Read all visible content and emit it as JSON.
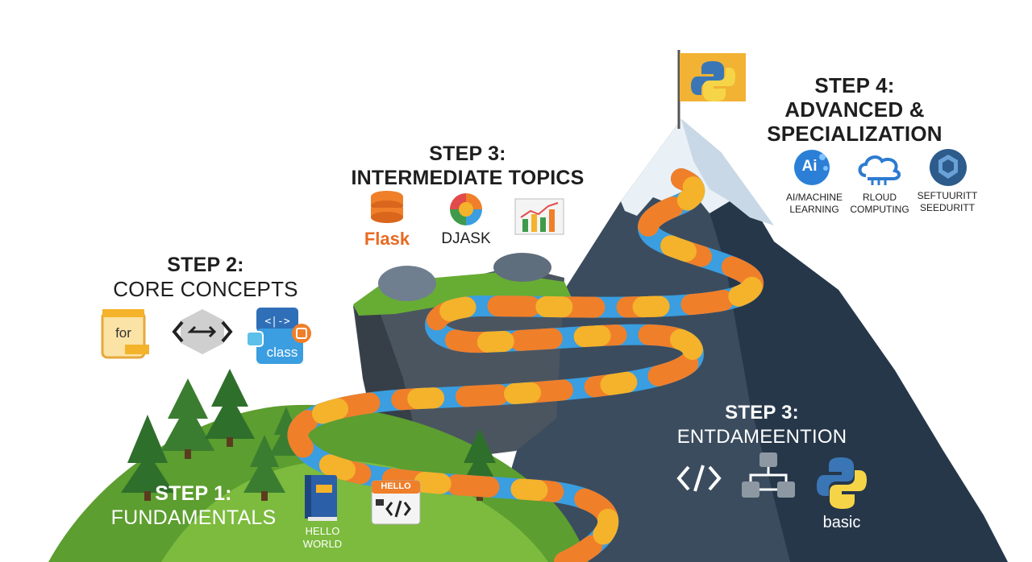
{
  "steps": {
    "step1": {
      "line1": "STEP 1:",
      "line2": "FUNDAMENTALS",
      "icons": [
        "book-icon",
        "hello-code-window-icon"
      ],
      "labels": {
        "hello_world_1": "HELLO",
        "hello_world_2": "WORLD",
        "hello_badge": "HELLO"
      }
    },
    "step2": {
      "line1": "STEP 2:",
      "line2": "CORE CONCEPTS",
      "icons": [
        "for-loop-icon",
        "function-arrows-icon",
        "class-icon"
      ],
      "labels": {
        "for": "for",
        "class": "class"
      }
    },
    "step3a": {
      "line1": "STEP 3:",
      "line2": "INTERMEDIATE TOPICS",
      "icons": [
        "database-icon",
        "django-icon",
        "chart-icon"
      ],
      "labels": {
        "flask": "Flask",
        "djask": "DJASK"
      }
    },
    "step3b": {
      "line1": "STEP 3:",
      "line2": "ENTDAMEENTION",
      "icons": [
        "code-brackets-icon",
        "network-icon",
        "python-icon"
      ],
      "labels": {
        "basic": "basic"
      }
    },
    "step4": {
      "line1": "STEP 4:",
      "line2": "ADVANCED &",
      "line3": "SPECIALIZATION",
      "icons": [
        "ai-icon",
        "cloud-icon",
        "security-icon"
      ],
      "labels": {
        "ai_1": "AI/MACHINE",
        "ai_2": "LEARNING",
        "cloud_1": "RLOUD",
        "cloud_2": "COMPUTING",
        "sec_1": "SEFTUURITT",
        "sec_2": "SEEDURITT",
        "ai_badge": "Ai"
      }
    }
  },
  "colors": {
    "grass": "#5c9e2f",
    "grass_light": "#7cbb3e",
    "rock": "#46525e",
    "mountain": "#2f4255",
    "snow": "#e9f1f7",
    "path_orange": "#f07f2a",
    "path_blue": "#3a9ee0",
    "path_yellow": "#f4b32b",
    "flag": "#f2b233"
  }
}
